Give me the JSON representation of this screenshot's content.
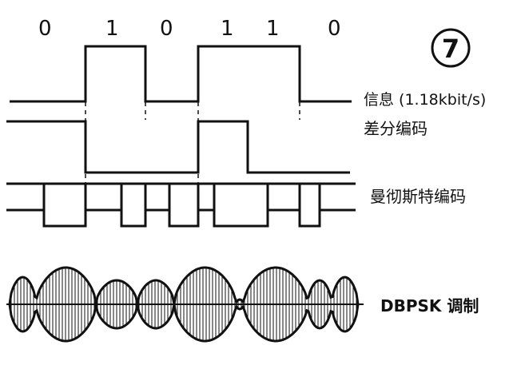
{
  "figure_badge": "7",
  "bits": [
    "0",
    "1",
    "0",
    "1",
    "1",
    "0"
  ],
  "labels": {
    "info": "信息 (1.18kbit/s)",
    "differential": "差分编码",
    "manchester": "曼彻斯特编码",
    "dbpsk": "DBPSK 调制"
  },
  "waveforms": {
    "info": [
      0,
      1,
      0,
      1,
      1,
      0
    ],
    "differential": [
      1,
      0,
      0,
      1,
      0,
      0
    ],
    "manchester_top": [
      1,
      0,
      1,
      0,
      1,
      0,
      1,
      0,
      0,
      1,
      0,
      1
    ],
    "manchester_bottom": [
      0,
      1,
      0,
      1,
      0,
      1,
      0,
      1,
      1,
      0,
      1,
      0
    ]
  },
  "colors": {
    "ink": "#111111",
    "background": "#ffffff"
  }
}
